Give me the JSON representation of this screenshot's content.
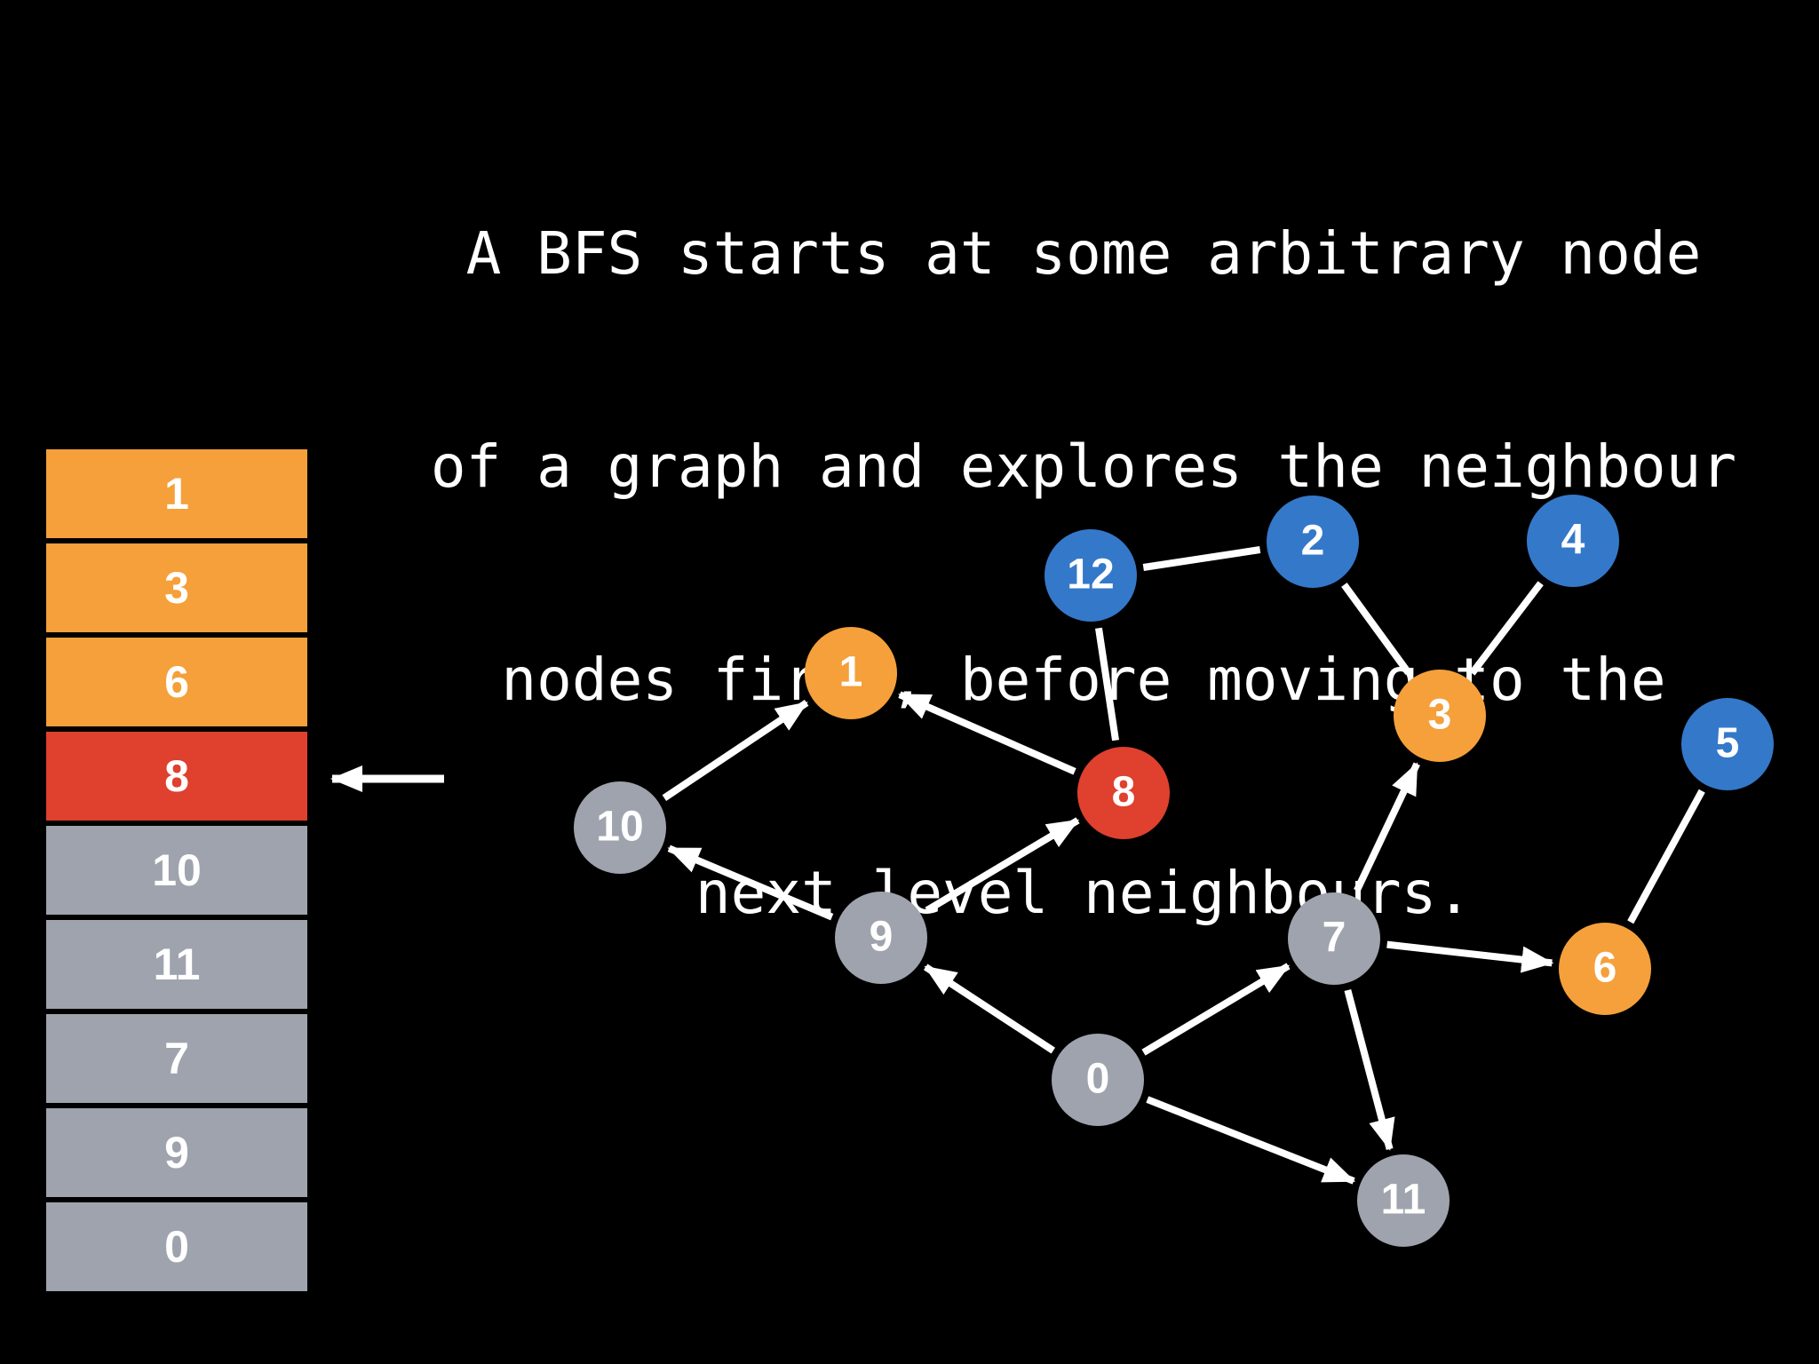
{
  "caption": [
    "A BFS starts at some arbitrary node",
    "of a graph and explores the neighbour",
    "nodes first, before moving to the",
    "next level neighbours."
  ],
  "colors": {
    "background": "#000000",
    "unvisited": "#3478c9",
    "queued": "#f5a03a",
    "current": "#e0402e",
    "visited": "#9ea3ad",
    "edge": "#ffffff"
  },
  "queue": [
    {
      "label": "1",
      "state": "queued"
    },
    {
      "label": "3",
      "state": "queued"
    },
    {
      "label": "6",
      "state": "queued"
    },
    {
      "label": "8",
      "state": "current"
    },
    {
      "label": "10",
      "state": "visited"
    },
    {
      "label": "11",
      "state": "visited"
    },
    {
      "label": "7",
      "state": "visited"
    },
    {
      "label": "9",
      "state": "visited"
    },
    {
      "label": "0",
      "state": "visited"
    }
  ],
  "graph": {
    "nodes": [
      {
        "id": "0",
        "state": "visited"
      },
      {
        "id": "1",
        "state": "queued"
      },
      {
        "id": "2",
        "state": "unvisited"
      },
      {
        "id": "3",
        "state": "queued"
      },
      {
        "id": "4",
        "state": "unvisited"
      },
      {
        "id": "5",
        "state": "unvisited"
      },
      {
        "id": "6",
        "state": "queued"
      },
      {
        "id": "7",
        "state": "visited"
      },
      {
        "id": "8",
        "state": "current"
      },
      {
        "id": "9",
        "state": "visited"
      },
      {
        "id": "10",
        "state": "visited"
      },
      {
        "id": "11",
        "state": "visited"
      },
      {
        "id": "12",
        "state": "unvisited"
      }
    ],
    "edges": [
      {
        "from": "0",
        "to": "9",
        "directed": true
      },
      {
        "from": "0",
        "to": "7",
        "directed": true
      },
      {
        "from": "0",
        "to": "11",
        "directed": true
      },
      {
        "from": "9",
        "to": "10",
        "directed": true
      },
      {
        "from": "9",
        "to": "8",
        "directed": true
      },
      {
        "from": "10",
        "to": "1",
        "directed": true
      },
      {
        "from": "8",
        "to": "1",
        "directed": true
      },
      {
        "from": "7",
        "to": "3",
        "directed": true
      },
      {
        "from": "7",
        "to": "6",
        "directed": true
      },
      {
        "from": "7",
        "to": "11",
        "directed": true
      },
      {
        "from": "8",
        "to": "12",
        "directed": false
      },
      {
        "from": "12",
        "to": "2",
        "directed": false
      },
      {
        "from": "2",
        "to": "3",
        "directed": false
      },
      {
        "from": "4",
        "to": "3",
        "directed": false
      },
      {
        "from": "5",
        "to": "6",
        "directed": false
      }
    ]
  }
}
